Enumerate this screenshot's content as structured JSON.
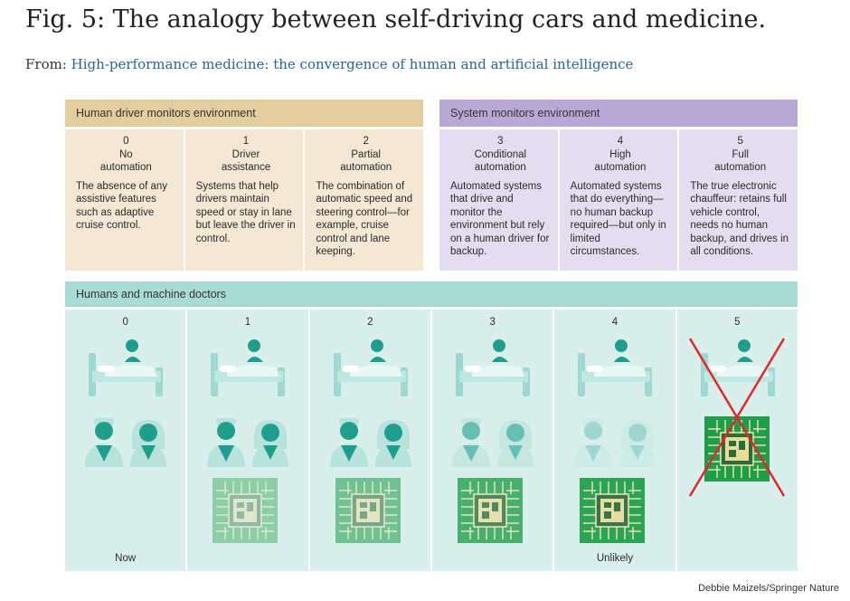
{
  "title": "Fig. 5: The analogy between self-driving cars and medicine.",
  "from": {
    "label": "From:",
    "link": "High-performance medicine: the convergence of human and artificial intelligence"
  },
  "human_group": {
    "header": "Human driver monitors environment",
    "levels": [
      {
        "num": "0",
        "name": "No\nautomation",
        "desc": "The absence of any assistive features such as adaptive cruise control."
      },
      {
        "num": "1",
        "name": "Driver\nassistance",
        "desc": "Systems that help drivers maintain speed or stay in lane but leave the driver in control."
      },
      {
        "num": "2",
        "name": "Partial\nautomation",
        "desc": "The combination of automatic speed and steering control—for example, cruise control and lane keeping."
      }
    ]
  },
  "system_group": {
    "header": "System monitors environment",
    "levels": [
      {
        "num": "3",
        "name": "Conditional\nautomation",
        "desc": "Automated systems that drive and monitor the environment but rely on a human driver for backup."
      },
      {
        "num": "4",
        "name": "High\nautomation",
        "desc": "Automated systems that do everything—no human backup required—but only in limited circumstances."
      },
      {
        "num": "5",
        "name": "Full\nautomation",
        "desc": "The true electronic chauffeur: retains full vehicle control, needs no human backup, and drives in all conditions."
      }
    ]
  },
  "doctors": {
    "header": "Humans and machine doctors",
    "levels": [
      {
        "num": "0",
        "note": "Now",
        "human_level": 1.0,
        "machine_level": 0.0
      },
      {
        "num": "1",
        "note": "",
        "human_level": 1.0,
        "machine_level": 0.2
      },
      {
        "num": "2",
        "note": "",
        "human_level": 1.0,
        "machine_level": 0.4
      },
      {
        "num": "3",
        "note": "",
        "human_level": 0.6,
        "machine_level": 0.7
      },
      {
        "num": "4",
        "note": "Unlikely",
        "human_level": 0.3,
        "machine_level": 0.9
      },
      {
        "num": "5",
        "note": "",
        "human_level": 0.0,
        "machine_level": 1.0,
        "crossed_out": true
      }
    ]
  },
  "credit": "Debbie Maizels/Springer Nature",
  "colors": {
    "human_header": "#e3cc9e",
    "human_body": "#f4e7d3",
    "system_header": "#b8a8d6",
    "system_body": "#e4ddef",
    "doctors_header": "#a8dbd6",
    "doctors_body": "#d8efec",
    "figure_teal": "#1f9e8e",
    "chip_green": "#1e9e4a",
    "cross_red": "#e0282e",
    "link": "#2a6496"
  }
}
